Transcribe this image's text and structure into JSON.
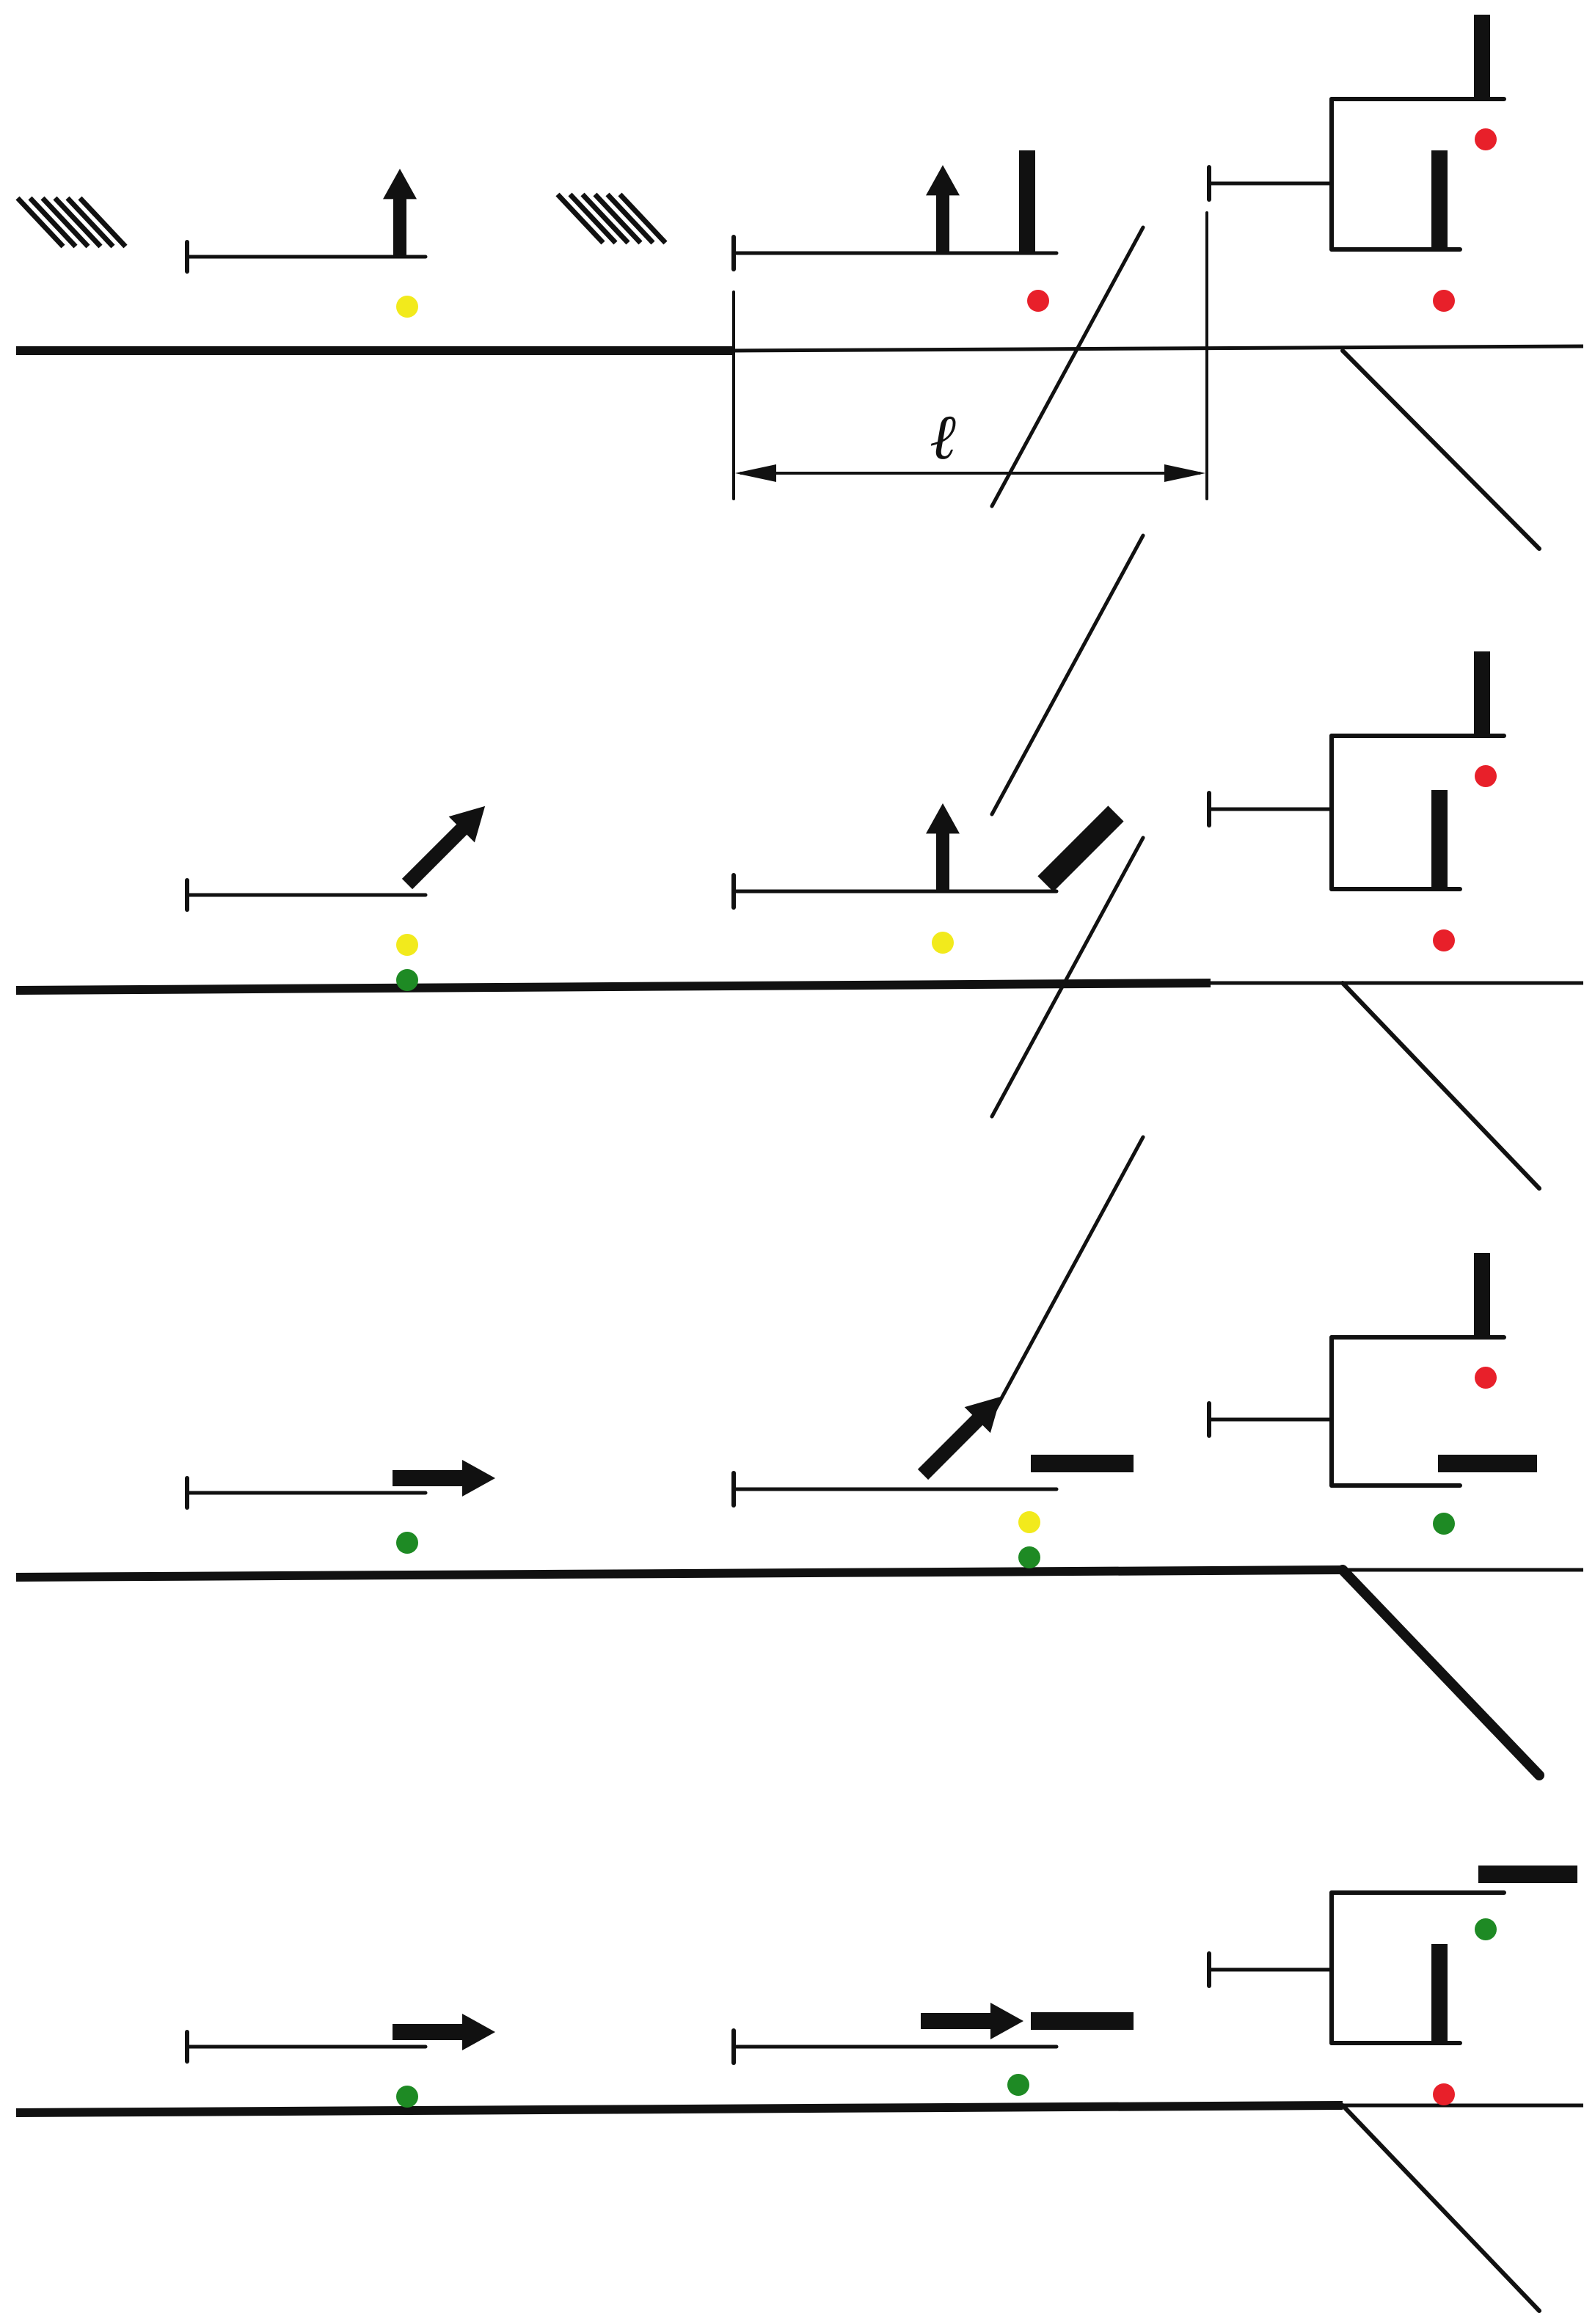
{
  "diagram": {
    "dimension_label": "ℓ",
    "colors": {
      "ink": "#111111",
      "red": "#e8202a",
      "yellow": "#f2ea1c",
      "green": "#1e8a24",
      "background": "#ffffff"
    },
    "arm_positions_legend": [
      "vertical",
      "diagonal",
      "horizontal"
    ],
    "panels": [
      {
        "name": "panel-1",
        "signal_a": {
          "arms": [
            "vertical-arrow"
          ],
          "lamps": [
            "yellow"
          ],
          "hatch_marker": true
        },
        "signal_b": {
          "arms": [
            "vertical-arrow",
            "vertical-bar"
          ],
          "lamps": [
            "red"
          ],
          "hatch_marker": true
        },
        "signal_c": {
          "upper_arm": "vertical-bar",
          "upper_lamps": [
            "red"
          ],
          "lower_arm": "vertical-bar",
          "lower_lamps": [
            "red"
          ]
        },
        "dimension": true
      },
      {
        "name": "panel-2",
        "signal_a": {
          "arms": [
            "diagonal-arrow"
          ],
          "lamps": [
            "yellow",
            "green"
          ]
        },
        "signal_b": {
          "arms": [
            "vertical-arrow",
            "diagonal-bar"
          ],
          "lamps": [
            "yellow"
          ]
        },
        "signal_c": {
          "upper_arm": "vertical-bar",
          "upper_lamps": [
            "red"
          ],
          "lower_arm": "vertical-bar",
          "lower_lamps": [
            "red"
          ]
        }
      },
      {
        "name": "panel-3",
        "signal_a": {
          "arms": [
            "horizontal-arrow"
          ],
          "lamps": [
            "green"
          ]
        },
        "signal_b": {
          "arms": [
            "diagonal-arrow",
            "horizontal-bar"
          ],
          "lamps": [
            "yellow",
            "green"
          ]
        },
        "signal_c": {
          "upper_arm": "vertical-bar",
          "upper_lamps": [
            "red"
          ],
          "lower_arm": "horizontal-bar",
          "lower_lamps": [
            "green"
          ]
        },
        "branch_heavy": true
      },
      {
        "name": "panel-4",
        "signal_a": {
          "arms": [
            "horizontal-arrow"
          ],
          "lamps": [
            "green"
          ]
        },
        "signal_b": {
          "arms": [
            "horizontal-arrow",
            "horizontal-bar"
          ],
          "lamps": [
            "green"
          ]
        },
        "signal_c": {
          "upper_arm": "horizontal-bar",
          "upper_lamps": [
            "green"
          ],
          "lower_arm": "vertical-bar",
          "lower_lamps": [
            "red"
          ]
        }
      }
    ]
  }
}
